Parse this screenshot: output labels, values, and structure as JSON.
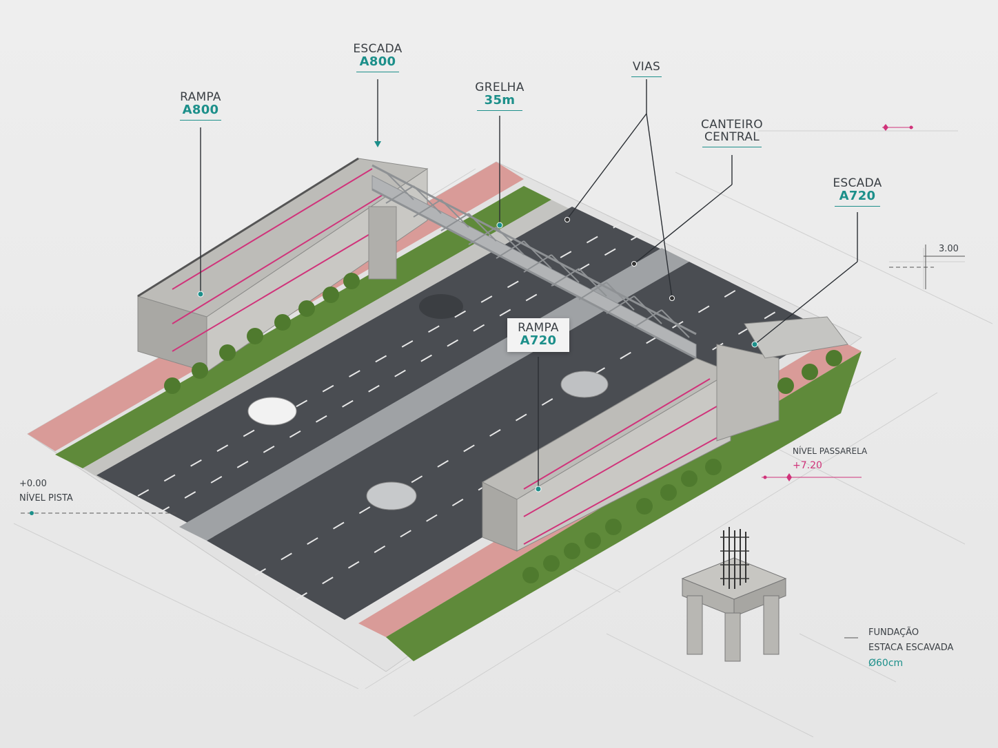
{
  "labels": {
    "rampa_left": {
      "title": "RAMPA",
      "code": "A800"
    },
    "escada_left": {
      "title": "ESCADA",
      "code": "A800"
    },
    "grelha": {
      "title": "GRELHA",
      "code": "35m"
    },
    "vias": {
      "title": "VIAS"
    },
    "canteiro": {
      "line1": "CANTEIRO",
      "line2": "CENTRAL"
    },
    "escada_right": {
      "title": "ESCADA",
      "code": "A720"
    },
    "rampa_right": {
      "title": "RAMPA",
      "code": "A720"
    }
  },
  "dimensions": {
    "height_dim": "3.00",
    "nivel_pista_value": "+0.00",
    "nivel_pista_label": "NÍVEL PISTA",
    "nivel_passarela_label": "NÍVEL PASSARELA",
    "nivel_passarela_value": "+7.20"
  },
  "foundation": {
    "line1": "FUNDAÇÃO",
    "line2": "ESTACA ESCAVADA",
    "diameter": "Ø60cm"
  },
  "colors": {
    "accent_teal": "#1c8f8a",
    "accent_magenta": "#d0337a",
    "asphalt": "#4a4d52",
    "median": "#9fa2a5",
    "grass": "#5f8a3a",
    "bike_lane": "#d99b98",
    "concrete": "#b9b9b6"
  }
}
